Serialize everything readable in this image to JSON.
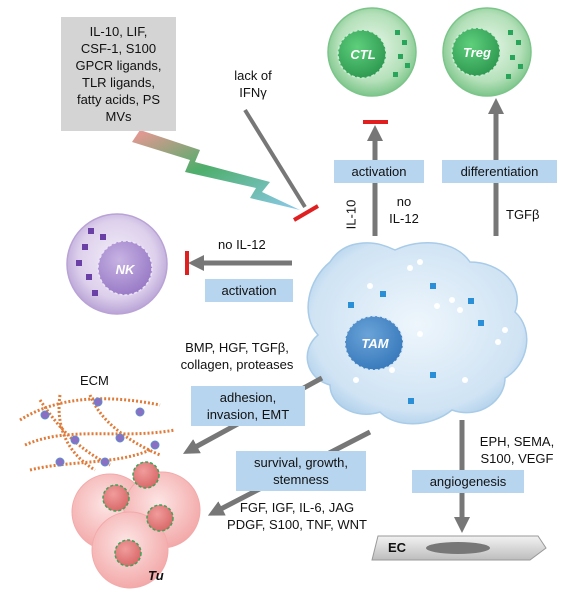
{
  "cells": {
    "ctl": "CTL",
    "treg": "Treg",
    "nk": "NK",
    "tam": "TAM",
    "ecm": "ECM",
    "tu": "Tu",
    "ec": "EC"
  },
  "factors_box": [
    "IL-10, LIF,",
    "CSF-1, S100",
    "GPCR ligands,",
    "TLR ligands,",
    "fatty acids, PS",
    "MVs"
  ],
  "labels": {
    "lack_ifn": [
      "lack of",
      "IFNγ"
    ],
    "no_il12_nk": "no IL-12",
    "activation_nk": "activation",
    "activation_ctl": "activation",
    "il10": "IL-10",
    "no_il12_ctl": [
      "no",
      "IL-12"
    ],
    "differentiation": "differentiation",
    "tgfb": "TGFβ",
    "bmp": [
      "BMP, HGF, TGFβ,",
      "collagen, proteases"
    ],
    "adhesion": [
      "adhesion,",
      "invasion, EMT"
    ],
    "survival": [
      "survival, growth,",
      "stemness"
    ],
    "growth_factors": [
      "FGF, IGF, IL-6, JAG",
      "PDGF, S100, TNF, WNT"
    ],
    "eph": [
      "EPH, SEMA,",
      "S100, VEGF"
    ],
    "angiogenesis": "angiogenesis"
  }
}
